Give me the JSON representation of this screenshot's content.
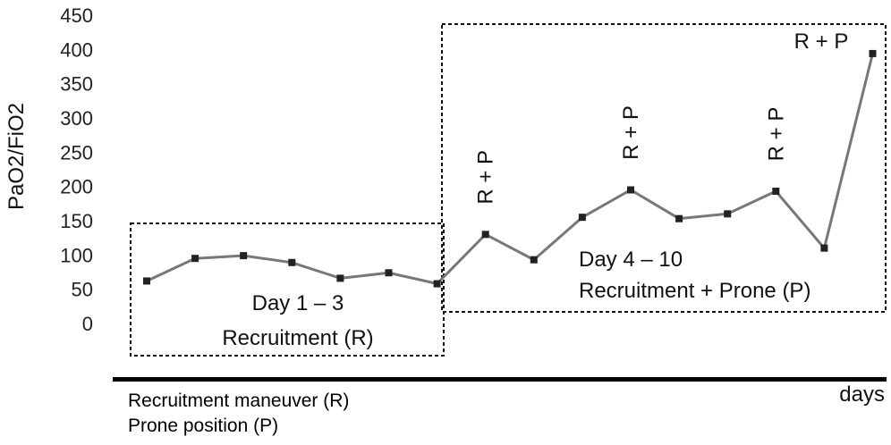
{
  "chart_data": {
    "type": "line",
    "ylabel": "PaO2/FiO2",
    "xlabel": "days",
    "ylim": [
      0,
      450
    ],
    "yticks": [
      0,
      50,
      100,
      150,
      200,
      250,
      300,
      350,
      400,
      450
    ],
    "x": [
      1,
      2,
      3,
      4,
      5,
      6,
      7,
      8,
      9,
      10,
      11,
      12,
      13,
      14,
      15,
      16
    ],
    "values": [
      62,
      95,
      99,
      89,
      66,
      74,
      58,
      130,
      93,
      155,
      195,
      153,
      160,
      193,
      110,
      394
    ],
    "line_color": "#777777",
    "marker_color": "#222222",
    "regions": [
      {
        "label_line1": "Day 1 – 3",
        "label_line2": "Recruitment (R)",
        "x_start": 1,
        "x_end": 7
      },
      {
        "label_line1": "Day 4 – 10",
        "label_line2": "Recruitment + Prone (P)",
        "x_start": 8,
        "x_end": 16
      }
    ],
    "annotations": [
      {
        "text": "R + P",
        "x": 8,
        "orientation": "vertical"
      },
      {
        "text": "R + P",
        "x": 11,
        "orientation": "vertical"
      },
      {
        "text": "R + P",
        "x": 14,
        "orientation": "vertical"
      },
      {
        "text": "R + P",
        "x": 16,
        "orientation": "horizontal"
      }
    ]
  },
  "legend": {
    "line1": "Recruitment maneuver (R)",
    "line2": "Prone position (P)"
  }
}
